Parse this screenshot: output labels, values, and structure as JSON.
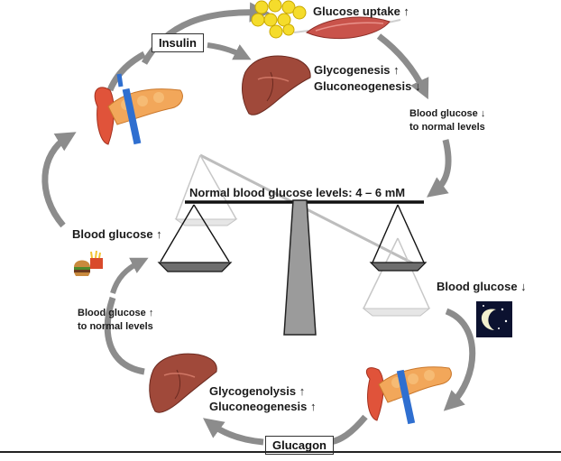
{
  "colors": {
    "arrow": "#8c8c8c",
    "organ_liver": "#a0493a",
    "organ_pancreas": "#e0533a",
    "pancreas_lobes": "#f2a75a",
    "vessel": "#2f6fd0",
    "fat_cells": "#f5dc2b",
    "scale_dark": "#6e6e6e",
    "scale_light": "#d4d4d4"
  },
  "icons": {
    "fat_cells": "fat-cells-icon",
    "muscle": "muscle-icon",
    "liver_top": "liver-icon",
    "liver_bottom": "liver-icon",
    "pancreas_top": "pancreas-icon",
    "pancreas_bottom": "pancreas-icon",
    "fast_food": "fast-food-icon",
    "night": "moon-stars-icon"
  },
  "labels": {
    "glucose_uptake": "Glucose uptake ↑",
    "insulin": "Insulin",
    "glycogenesis": "Glycogenesis ↑",
    "gluconeogenesis_down": "Gluconeogenesis ↓",
    "bg_normal_down_l1": "Blood glucose ↓",
    "bg_normal_down_l2": "to normal levels",
    "normal_levels": "Normal blood glucose levels: 4 – 6 mM",
    "bg_up": "Blood glucose ↑",
    "bg_down": "Blood glucose ↓",
    "bg_normal_up_l1": "Blood glucose ↑",
    "bg_normal_up_l2": "to normal levels",
    "glycogenolysis": "Glycogenolysis ↑",
    "gluconeogenesis_up": "Gluconeogenesis ↑",
    "glucagon": "Glucagon"
  }
}
